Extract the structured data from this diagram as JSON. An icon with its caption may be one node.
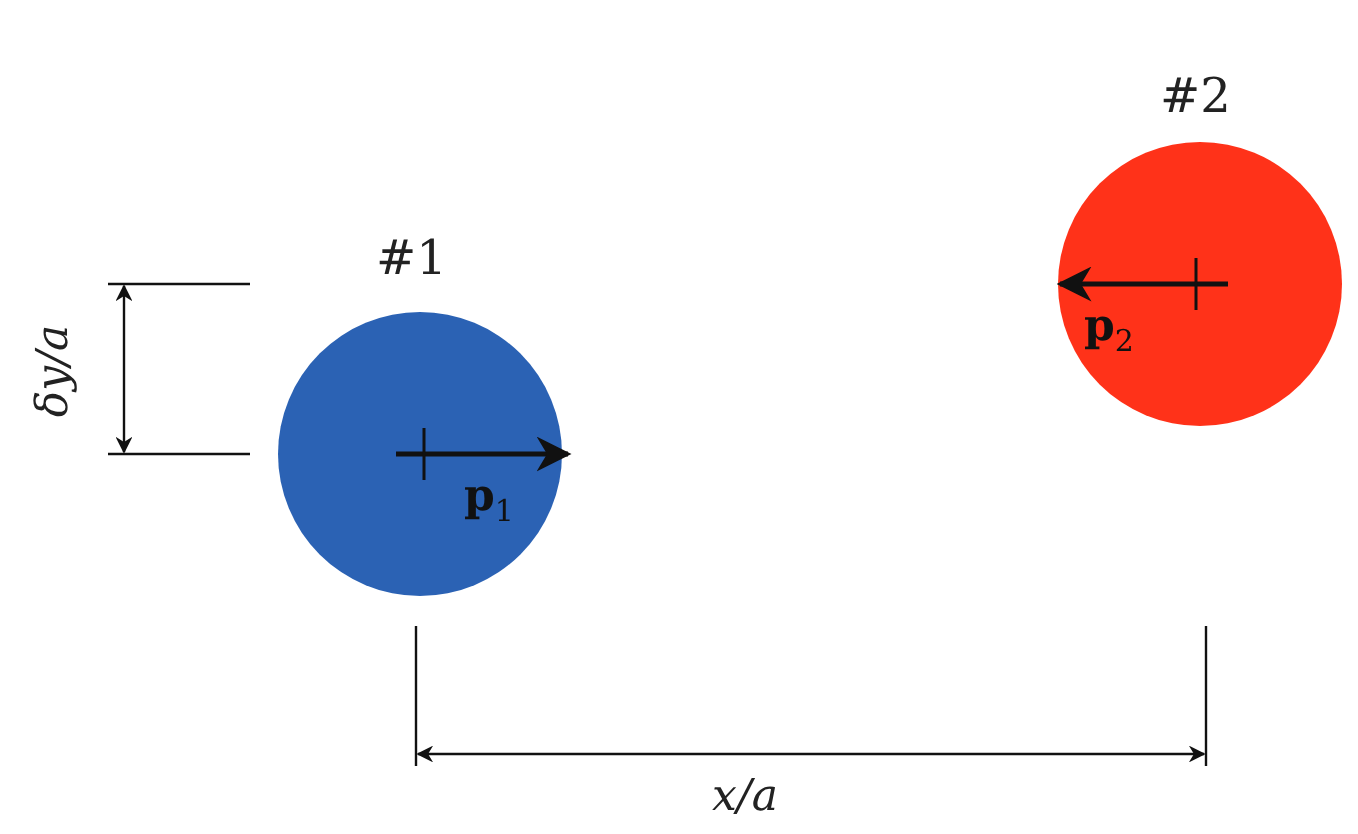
{
  "diagram": {
    "nodes": [
      {
        "text": [
          "#1",
          "**p**$_{1}$"
        ]
      },
      {
        "text": [
          "#2",
          "**p**$_{2}$"
        ]
      }
    ],
    "labels": [
      "δy/a",
      "x/a"
    ]
  }
}
